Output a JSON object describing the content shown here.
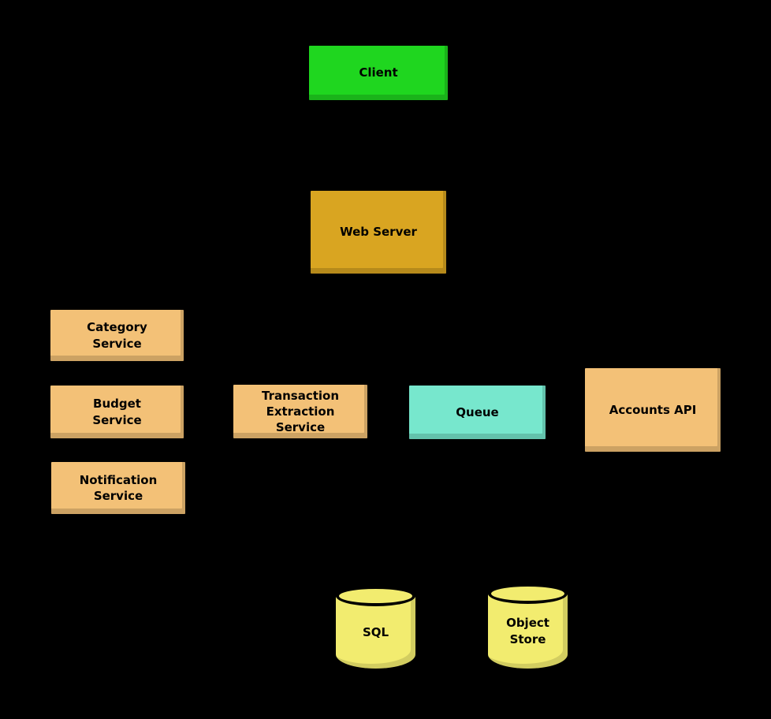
{
  "diagram": {
    "background": "#000000",
    "text_color": "#000000",
    "nodes": {
      "client": {
        "label": "Client",
        "color": "#1fd61f",
        "shape": "rectangle"
      },
      "web_server": {
        "label": "Web Server",
        "color": "#d9a521",
        "shape": "rectangle"
      },
      "category_service": {
        "label": "Category\nService",
        "color": "#f3c177",
        "shape": "rectangle"
      },
      "budget_service": {
        "label": "Budget\nService",
        "color": "#f3c177",
        "shape": "rectangle"
      },
      "notification_service": {
        "label": "Notification\nService",
        "color": "#f3c177",
        "shape": "rectangle"
      },
      "transaction_extraction_service": {
        "label": "Transaction\nExtraction\nService",
        "color": "#f3c177",
        "shape": "rectangle"
      },
      "queue": {
        "label": "Queue",
        "color": "#77e7cd",
        "shape": "rectangle"
      },
      "accounts_api": {
        "label": "Accounts API",
        "color": "#f3c177",
        "shape": "rectangle"
      },
      "sql": {
        "label": "SQL",
        "color": "#f2ec6f",
        "shape": "cylinder"
      },
      "object_store": {
        "label": "Object\nStore",
        "color": "#f2ec6f",
        "shape": "cylinder"
      }
    }
  }
}
